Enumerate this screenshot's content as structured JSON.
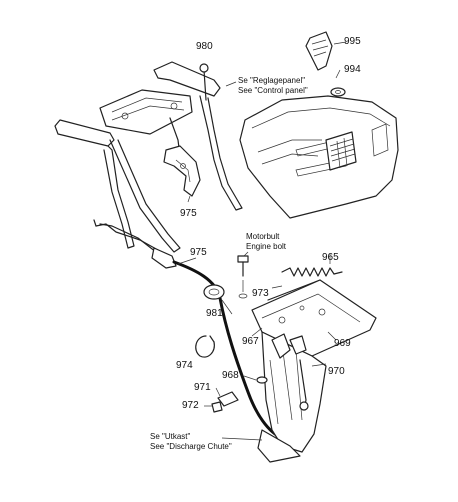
{
  "diagram": {
    "part_numbers": {
      "p980": "980",
      "p995": "995",
      "p994": "994",
      "p975_top": "975",
      "p975_mid": "975",
      "p965": "965",
      "p973": "973",
      "p981": "981",
      "p967": "967",
      "p969": "969",
      "p974": "974",
      "p968": "968",
      "p970": "970",
      "p971": "971",
      "p972": "972"
    },
    "notes": {
      "control_panel_sv": "Se \"Reglagepanel\"",
      "control_panel_en": "See \"Control panel\"",
      "engine_bolt_sv": "Motorbult",
      "engine_bolt_en": "Engine bolt",
      "chute_sv": "Se \"Utkast\"",
      "chute_en": "See \"Discharge Chute\""
    }
  }
}
